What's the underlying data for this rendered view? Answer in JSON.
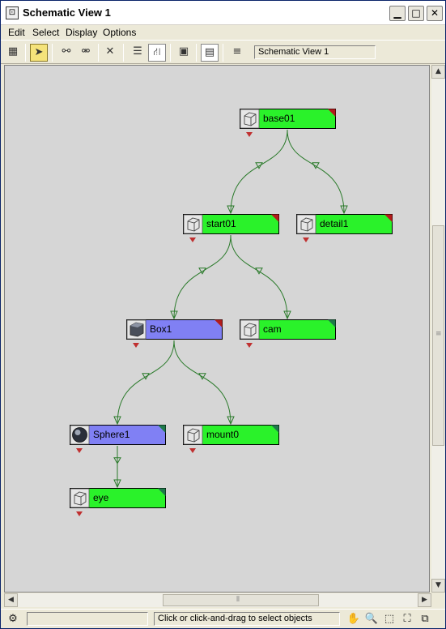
{
  "window": {
    "title": "Schematic View 1",
    "title_icon": "view-icon"
  },
  "window_controls": {
    "minimize": "▁",
    "maximize": "□",
    "close": "✕"
  },
  "menu": [
    "Edit",
    "Select",
    "Display",
    "Options"
  ],
  "toolbar": {
    "tools": [
      {
        "icon": "display-floater-icon",
        "glyph": "▦"
      },
      {
        "icon": "select-arrow-icon",
        "glyph": "➤",
        "active": true
      },
      {
        "icon": "connect-icon",
        "glyph": "⚯"
      },
      {
        "icon": "unlink-icon",
        "glyph": "⚮"
      },
      {
        "icon": "delete-icon",
        "glyph": "✕"
      },
      {
        "icon": "hierarchy-mode-icon",
        "glyph": "☰"
      },
      {
        "icon": "references-mode-icon",
        "glyph": "⛙",
        "pressed": true
      },
      {
        "icon": "hide-children-icon",
        "glyph": "▣"
      },
      {
        "icon": "list-views-icon",
        "glyph": "▤",
        "pressed": true
      },
      {
        "icon": "arrange-icon",
        "glyph": "≡"
      }
    ],
    "view_name": "Schematic View 1"
  },
  "nodes": [
    {
      "id": "base01",
      "label": "base01",
      "kind": "helper",
      "color": "#2af22a",
      "flag": "#b31c1c"
    },
    {
      "id": "start01",
      "label": "start01",
      "kind": "helper",
      "color": "#2af22a",
      "flag": "#b31c1c"
    },
    {
      "id": "detail1",
      "label": "detail1",
      "kind": "helper",
      "color": "#2af22a",
      "flag": "#b31c1c"
    },
    {
      "id": "Box1",
      "label": "Box1",
      "kind": "box",
      "color": "#8080f4",
      "flag": "#b31c1c"
    },
    {
      "id": "cam",
      "label": "cam",
      "kind": "helper",
      "color": "#2af22a",
      "flag": "#1e7a4a"
    },
    {
      "id": "Sphere1",
      "label": "Sphere1",
      "kind": "sphere",
      "color": "#8080f4",
      "flag": "#1e7a4a"
    },
    {
      "id": "mount0",
      "label": "mount0",
      "kind": "helper",
      "color": "#2af22a",
      "flag": "#1e7a4a"
    },
    {
      "id": "eye",
      "label": "eye",
      "kind": "helper",
      "color": "#2af22a",
      "flag": "#1e7a4a"
    }
  ],
  "links": [
    [
      "base01",
      "start01"
    ],
    [
      "base01",
      "detail1"
    ],
    [
      "start01",
      "Box1"
    ],
    [
      "start01",
      "cam"
    ],
    [
      "Box1",
      "Sphere1"
    ],
    [
      "Box1",
      "mount0"
    ],
    [
      "Sphere1",
      "eye"
    ]
  ],
  "colors": {
    "link": "#2a7a2a",
    "canvas": "#d6d6d6",
    "expand_arrow": "#c03030"
  },
  "status": {
    "prompt_value": "",
    "message": "Click or click-and-drag to select objects",
    "nav_tools": [
      {
        "icon": "pan-hand-icon",
        "glyph": "✋"
      },
      {
        "icon": "zoom-icon",
        "glyph": "🔍"
      },
      {
        "icon": "zoom-region-icon",
        "glyph": "⬚"
      },
      {
        "icon": "zoom-extents-icon",
        "glyph": "⛶"
      },
      {
        "icon": "zoom-extents-selected-icon",
        "glyph": "⧉"
      }
    ],
    "left_icon": "lock-selection-icon"
  }
}
